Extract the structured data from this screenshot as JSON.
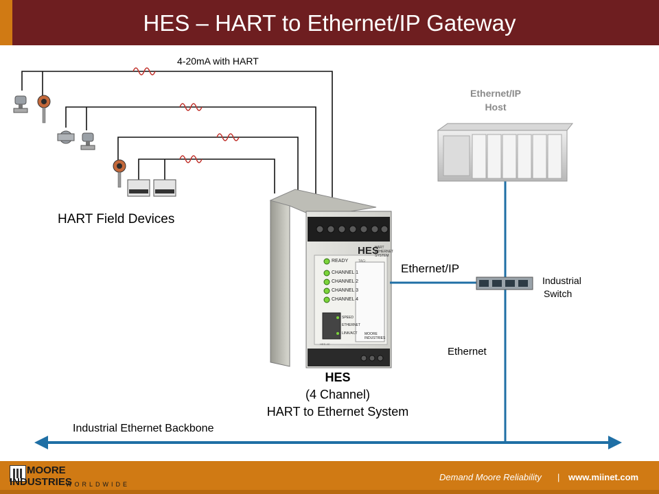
{
  "title": "HES – HART to Ethernet/IP Gateway",
  "labels": {
    "hart_signal": "4-20mA with HART",
    "field_devices": "HART Field Devices",
    "host_line1": "Ethernet/IP",
    "host_line2": "Host",
    "ethernet_ip": "Ethernet/IP",
    "switch_line1": "Industrial",
    "switch_line2": "Switch",
    "ethernet": "Ethernet",
    "backbone": "Industrial Ethernet Backbone",
    "hes_name": "HES",
    "hes_channels": "(4 Channel)",
    "hes_desc": "HART to Ethernet System"
  },
  "device": {
    "brand": "HES",
    "brand_sub": "HART ETHERNET SYSTEM",
    "leds": [
      "READY",
      "CHANNEL 1",
      "CHANNEL 2",
      "CHANNEL 3",
      "CHANNEL 4"
    ],
    "port_labels": [
      "SPEED",
      "ETHERNET",
      "LINK/ACT"
    ],
    "maker": "MOORE INDUSTRIES",
    "tag": "TAG:",
    "model": "HES-4C"
  },
  "footer": {
    "logo_line1": "MOORE",
    "logo_line2": "INDUSTRIES",
    "logo_line3": "WORLDWIDE",
    "tagline": "Demand Moore Reliability",
    "separator": "|",
    "url": "www.miinet.com"
  },
  "colors": {
    "title_bar": "#6e1e20",
    "accent": "#d07a14",
    "ethernet_line": "#1f6fa5",
    "hart_wave": "#c0302a"
  }
}
